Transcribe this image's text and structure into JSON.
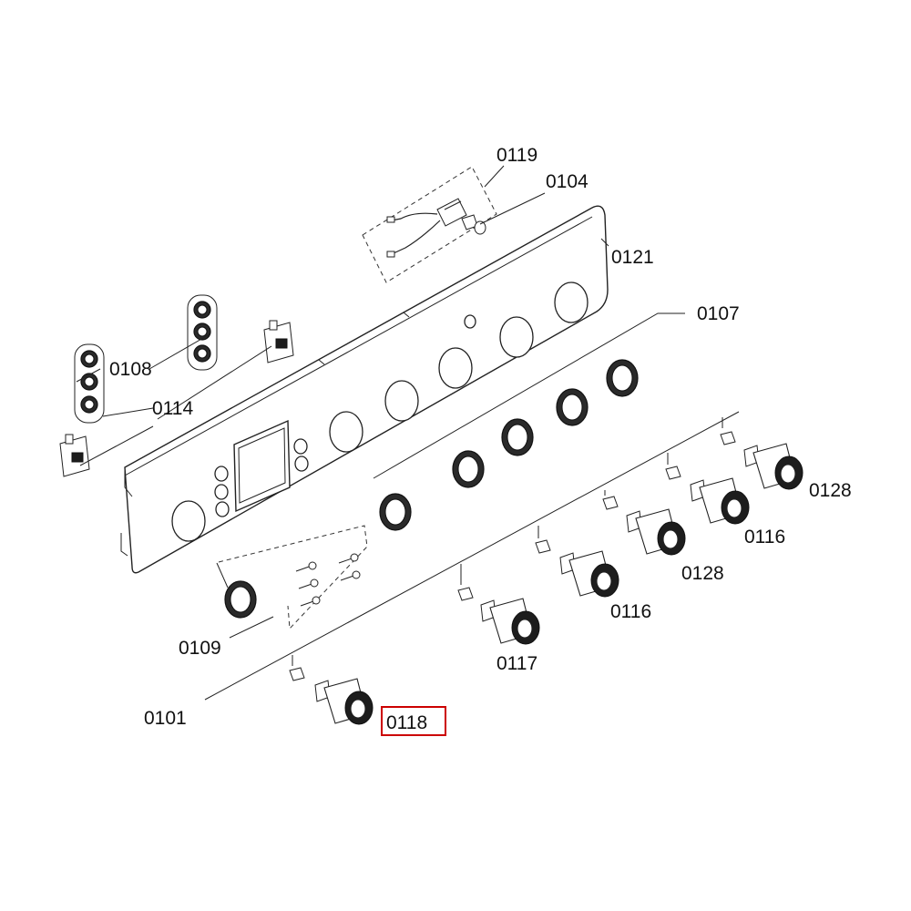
{
  "highlight_color": "#cc0000",
  "highlighted_part": "0118",
  "labels": {
    "p0119": "0119",
    "p0104": "0104",
    "p0121": "0121",
    "p0107": "0107",
    "p0108": "0108",
    "p0114": "0114",
    "p0128_top": "0128",
    "p0116_top": "0116",
    "p0128_mid": "0128",
    "p0116_mid": "0116",
    "p0117": "0117",
    "p0109": "0109",
    "p0101": "0101",
    "p0118": "0118"
  }
}
